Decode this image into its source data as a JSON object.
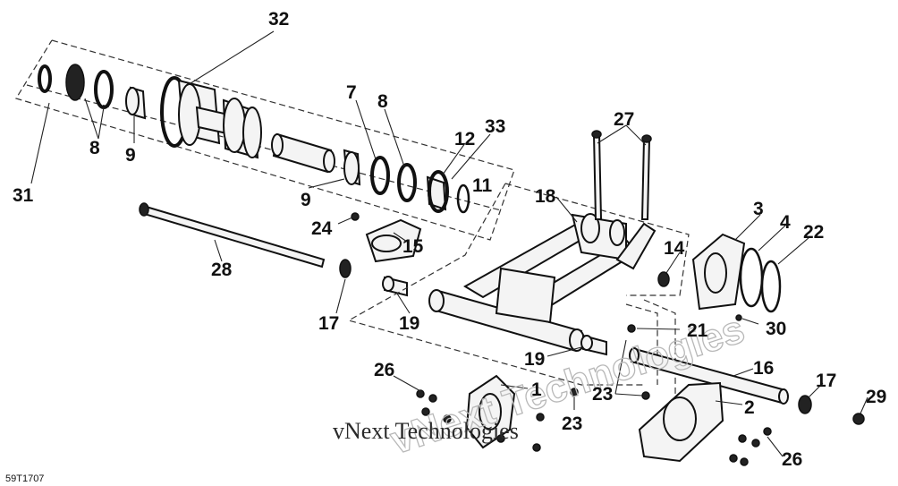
{
  "figure_ref": "59T1707",
  "watermark": {
    "line1": "vNext Technologies",
    "line2": "vNext Technologies"
  },
  "callouts": [
    "32",
    "31",
    "8",
    "9",
    "7",
    "8",
    "9",
    "12",
    "33",
    "11",
    "27",
    "18",
    "3",
    "4",
    "22",
    "24",
    "15",
    "14",
    "28",
    "17",
    "19",
    "21",
    "30",
    "19",
    "16",
    "17",
    "29",
    "26",
    "1",
    "23",
    "23",
    "2",
    "26"
  ]
}
